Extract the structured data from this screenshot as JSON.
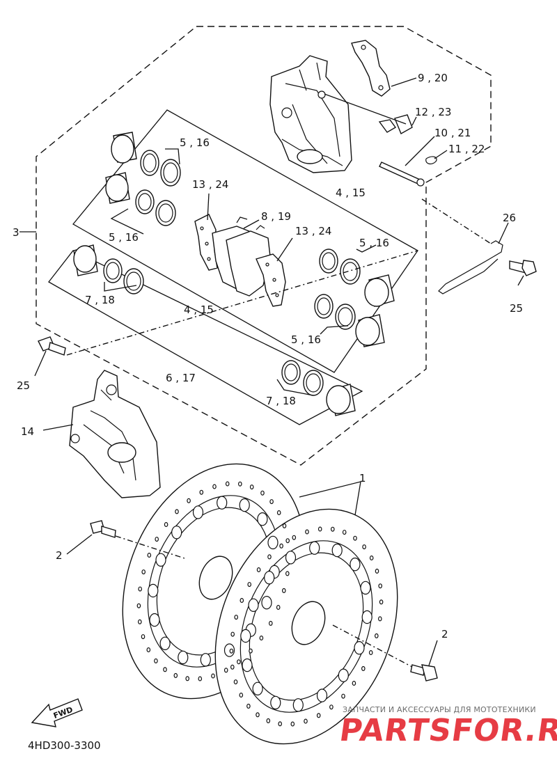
{
  "callouts": {
    "c9_20": "9 , 20",
    "c12_23": "12 , 23",
    "c10_21": "10 , 21",
    "c11_22": "11 , 22",
    "c5_16a": "5 , 16",
    "c13_24a": "13 , 24",
    "c4_15a": "4 , 15",
    "c3": "3",
    "c8_19": "8 , 19",
    "c13_24b": "13 , 24",
    "c5_16b": "5 , 16",
    "c5_16c": "5 , 16",
    "c26": "26",
    "c7_18a": "7 , 18",
    "c25a": "25",
    "c4_15b": "4 , 15",
    "c5_16d": "5 , 16",
    "c25b": "25",
    "c6_17": "6 , 17",
    "c7_18b": "7 , 18",
    "c14": "14",
    "c1": "1",
    "c2a": "2",
    "c2b": "2"
  },
  "fwd_label": "FWD",
  "diagram_code": "4HD300-3300",
  "watermark": {
    "tagline": "ЗАПЧАСТИ И АКСЕССУАРЫ ДЛЯ МОТОТЕХНИКИ",
    "logo": "PARTSFOR.RU"
  }
}
